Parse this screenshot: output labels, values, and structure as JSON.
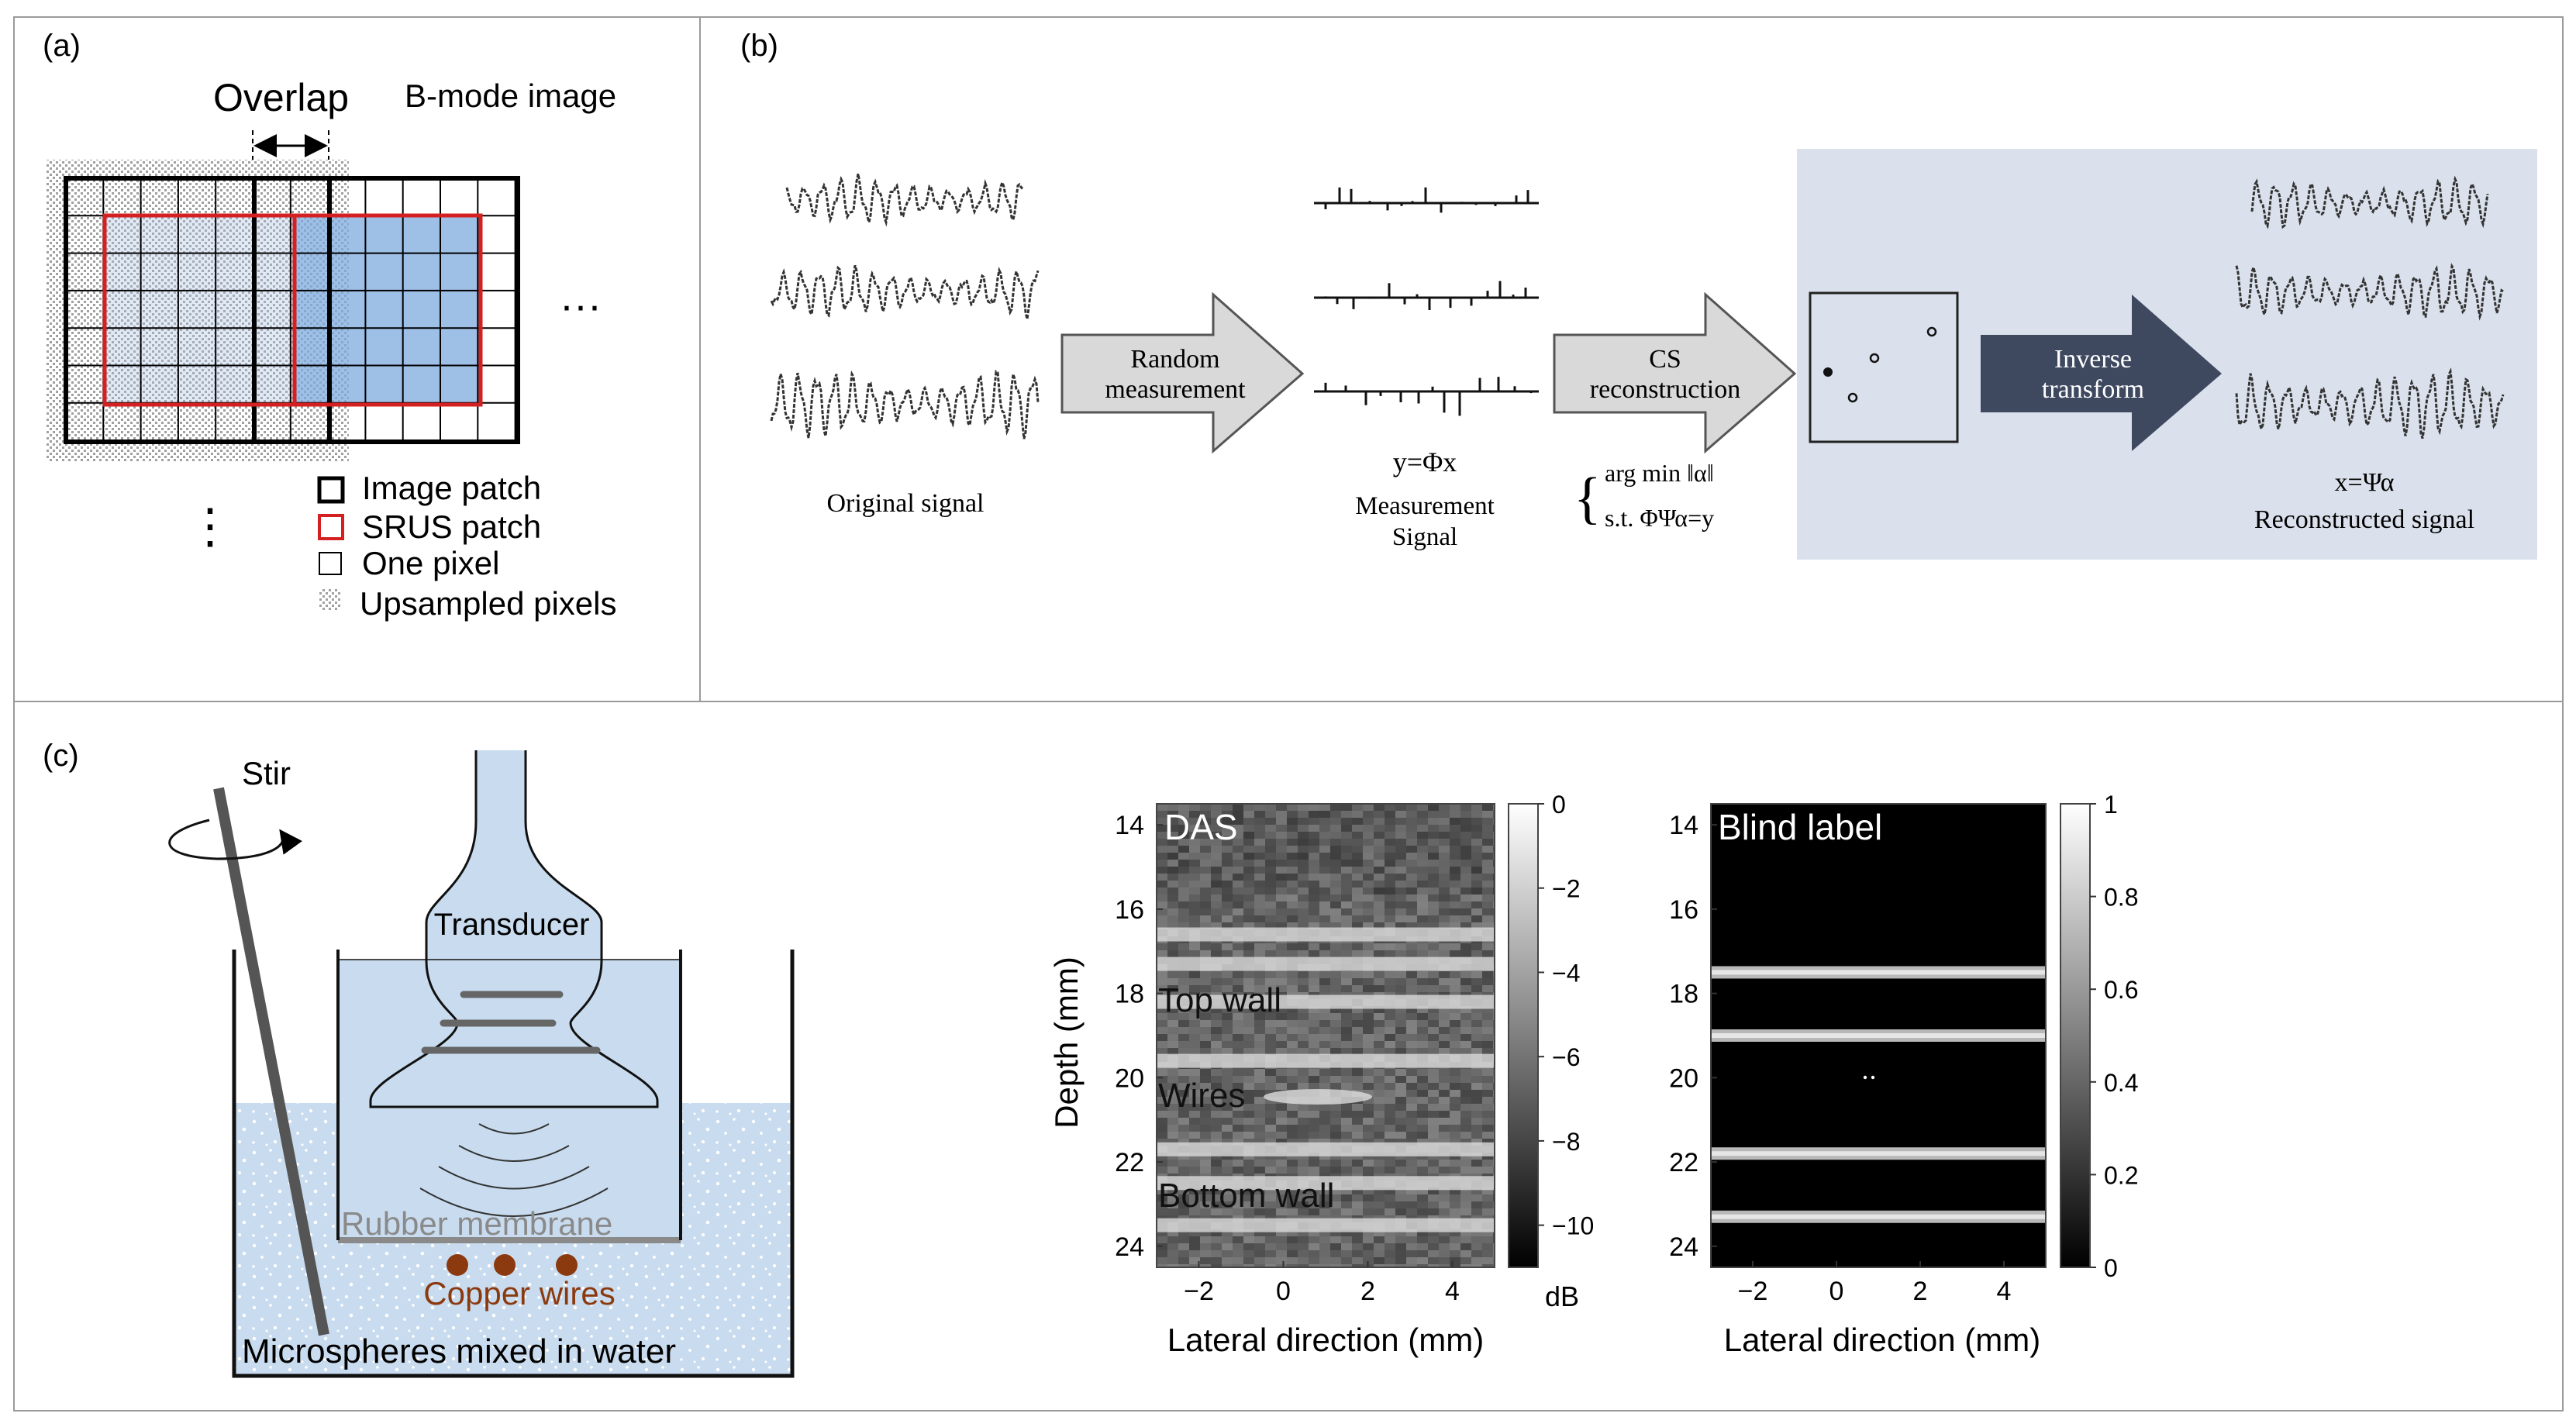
{
  "panel_a": {
    "label": "(a)",
    "overlap": "Overlap",
    "bmode": "B-mode image",
    "hdots": "···",
    "vdots": "⋮",
    "legend": [
      "Image patch",
      "SRUS patch",
      "One pixel",
      "Upsampled pixels"
    ]
  },
  "panel_b": {
    "label": "(b)",
    "original": "Original signal",
    "arrow1": [
      "Random",
      "measurement"
    ],
    "eq1": "y=Φx",
    "measurement": [
      "Measurement",
      "Signal"
    ],
    "arrow2": [
      "CS",
      "reconstruction"
    ],
    "argmin": "arg min ‖α‖",
    "st": "s.t. ΦΨα=y",
    "arrow3": [
      "Inverse",
      "transform"
    ],
    "eq2": "x=Ψα",
    "reconstructed": "Reconstructed signal"
  },
  "panel_c": {
    "label": "(c)",
    "stir": "Stir",
    "transducer": "Transducer",
    "membrane": "Rubber membrane",
    "copper": "Copper wires",
    "microspheres": "Microspheres mixed in water",
    "colors": {
      "water": "#c9dcef",
      "copper": "#8b3a0f",
      "membrane": "#8a8a8a"
    }
  },
  "chart_data": [
    {
      "type": "heatmap",
      "title": "DAS",
      "xlabel": "Lateral direction (mm)",
      "ylabel": "Depth (mm)",
      "xticks": [
        "−2",
        "0",
        "2",
        "4"
      ],
      "yticks": [
        "14",
        "16",
        "18",
        "20",
        "22",
        "24"
      ],
      "xlim": [
        -3,
        5
      ],
      "ylim": [
        24.5,
        13.5
      ],
      "colorbar": {
        "ticks": [
          "0",
          "−2",
          "−4",
          "−6",
          "−8",
          "−10"
        ],
        "unit": "dB",
        "range": [
          -11,
          0
        ]
      },
      "annotations": [
        "Top wall",
        "Wires",
        "Bottom wall"
      ],
      "bright_bands_depth_mm": [
        16.6,
        17.3,
        18.2,
        19.6,
        21.7,
        22.5,
        23.5
      ]
    },
    {
      "type": "heatmap",
      "title": "Blind label",
      "xlabel": "Lateral direction (mm)",
      "ylabel": "",
      "xticks": [
        "−2",
        "0",
        "2",
        "4"
      ],
      "yticks": [
        "14",
        "16",
        "18",
        "20",
        "22",
        "24"
      ],
      "xlim": [
        -3,
        5
      ],
      "ylim": [
        24.5,
        13.5
      ],
      "colorbar": {
        "ticks": [
          "1",
          "0.8",
          "0.6",
          "0.4",
          "0.2",
          "0"
        ],
        "range": [
          0,
          1
        ]
      },
      "bright_bands_depth_mm": [
        17.5,
        19.0,
        21.8,
        23.3
      ]
    }
  ]
}
